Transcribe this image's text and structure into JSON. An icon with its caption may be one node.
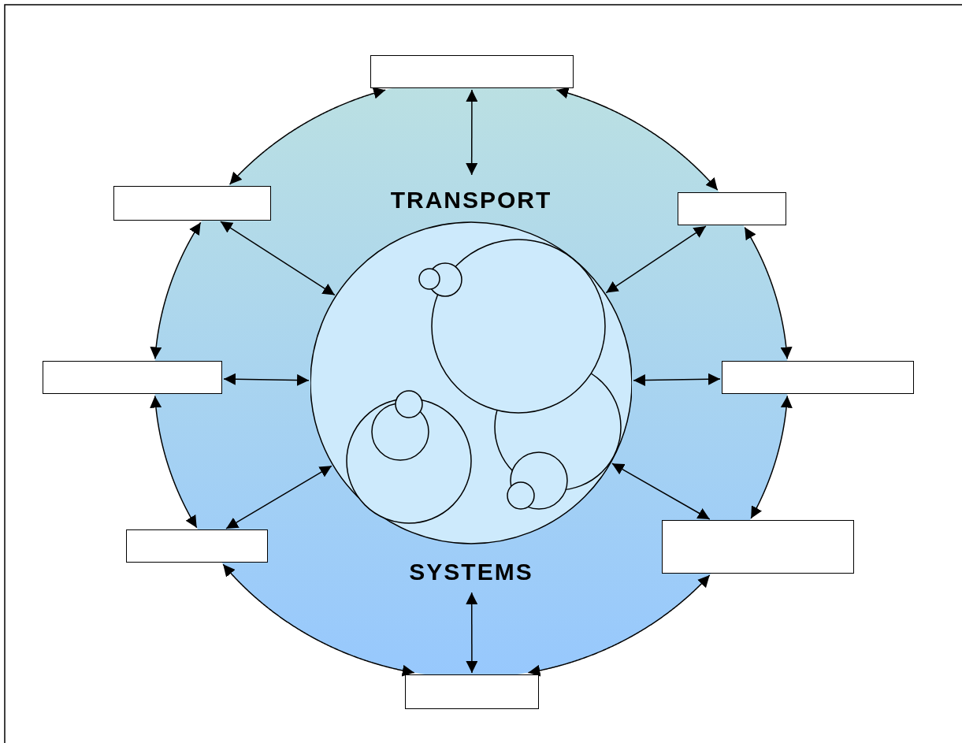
{
  "diagram": {
    "nodes": [
      {
        "text": [],
        "shape": "box"
      },
      {
        "text": [],
        "shape": "box"
      },
      {
        "text": [],
        "shape": "box"
      },
      {
        "text": [
          "TRANSPORT",
          "SYSTEMS"
        ]
      },
      {
        "text": [],
        "shape": "box"
      },
      {
        "text": [],
        "shape": "box"
      },
      {
        "text": [],
        "shape": "box"
      },
      {
        "text": [],
        "shape": "box"
      },
      {
        "text": [],
        "shape": "box"
      }
    ],
    "edges": [
      {
        "from": 0,
        "to": 2,
        "arrow": "both"
      },
      {
        "from": 2,
        "to": 5,
        "arrow": "both"
      },
      {
        "from": 5,
        "to": 6,
        "arrow": "both"
      },
      {
        "from": 6,
        "to": 8,
        "arrow": "both"
      },
      {
        "from": 8,
        "to": 7,
        "arrow": "both"
      },
      {
        "from": 7,
        "to": 4,
        "arrow": "both"
      },
      {
        "from": 4,
        "to": 1,
        "arrow": "both"
      },
      {
        "from": 1,
        "to": 0,
        "arrow": "both"
      },
      {
        "from": 0,
        "to": 3,
        "arrow": "both"
      },
      {
        "from": 1,
        "to": 3,
        "arrow": "both"
      },
      {
        "from": 2,
        "to": 3,
        "arrow": "both"
      },
      {
        "from": 4,
        "to": 3,
        "arrow": "both"
      },
      {
        "from": 5,
        "to": 3,
        "arrow": "both"
      },
      {
        "from": 6,
        "to": 3,
        "arrow": "both"
      },
      {
        "from": 7,
        "to": 3,
        "arrow": "both"
      },
      {
        "from": 8,
        "to": 3,
        "arrow": "both"
      }
    ]
  }
}
